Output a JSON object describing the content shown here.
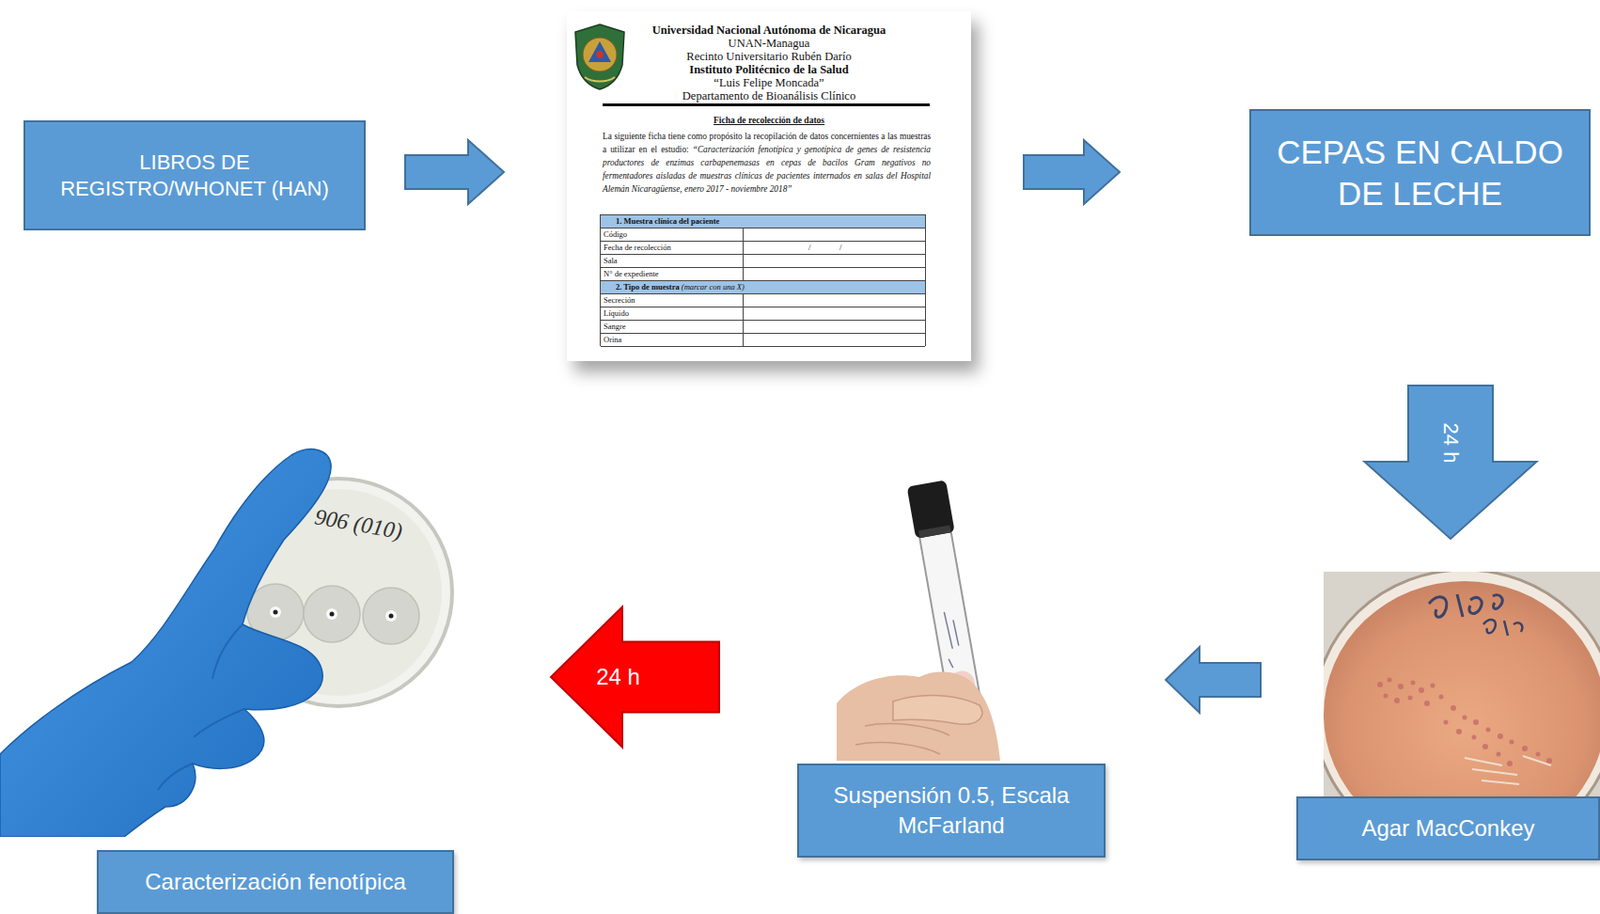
{
  "diagram": {
    "nodes": [
      {
        "text": [
          "LIBROS DE REGISTRO/WHONET (HAN)"
        ]
      },
      {
        "text": [
          "Universidad Nacional Autónoma de Nicaragua",
          "UNAN-Managua",
          "Recinto Universitario Rubén Darío",
          "Instituto Politécnico de la Salud",
          "“Luis Felipe Moncada”",
          "Departamento de Bioanálisis Clínico",
          "Ficha de recolección de datos",
          "La siguiente ficha tiene como propósito la recopilación de datos concernientes a las muestras a utilizar en el estudio:",
          "“Caracterización fenotípica y genotípica de genes de resistencia productores de enzimas carbapenemasas en cepas de bacilos Gram negativos no fermentadores aisladas de muestras clínicas de pacientes internados en salas del Hospital Alemán Nicaragüense, enero 2017 - noviembre 2018”",
          "1. Muestra clínica del paciente",
          "Código",
          "Fecha de recolección",
          "/",
          "/",
          "Sala",
          "N° de expediente",
          "2. Tipo de muestra",
          "(marcar con una X)",
          "Secreción",
          "Líquido",
          "Sangre",
          "Orina"
        ]
      },
      {
        "text": [
          "CEPAS EN CALDO DE LECHE"
        ]
      },
      {
        "text": [
          "Agar MacConkey"
        ]
      },
      {
        "text": [
          "Suspensión 0.5, Escala McFarland"
        ]
      },
      {
        "text": [
          "Caracterización fenotípica"
        ]
      }
    ],
    "edges": [
      {
        "from": 0,
        "to": 1,
        "arrow": "to"
      },
      {
        "from": 1,
        "to": 2,
        "arrow": "to"
      },
      {
        "from": 2,
        "to": 3,
        "label": "24 h",
        "arrow": "to"
      },
      {
        "from": 3,
        "to": 4,
        "arrow": "to"
      },
      {
        "from": 4,
        "to": 5,
        "label": "24 h",
        "arrow": "to"
      }
    ],
    "labels": [
      "906 (010)"
    ]
  }
}
